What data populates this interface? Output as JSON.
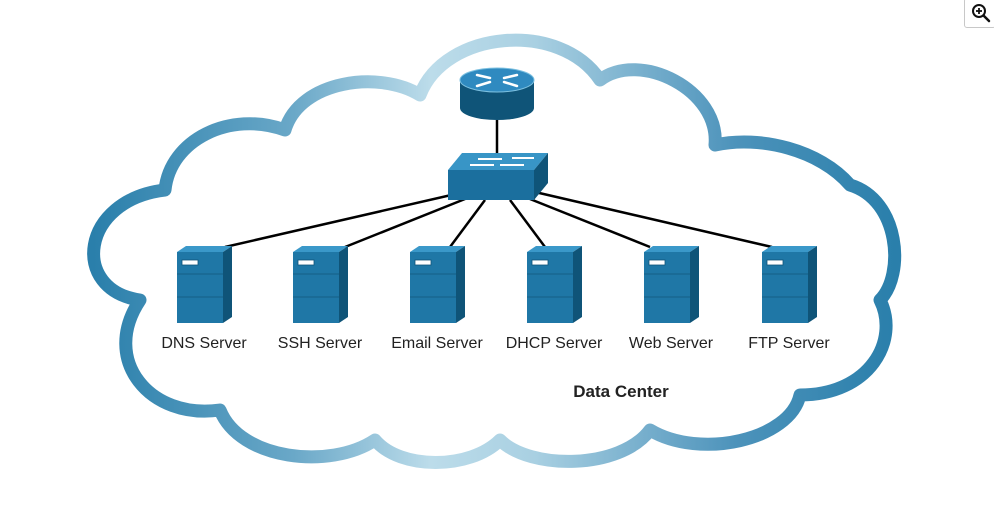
{
  "diagram": {
    "cloud_label": "Data Center",
    "servers": [
      {
        "label": "DNS Server"
      },
      {
        "label": "SSH Server"
      },
      {
        "label": "Email Server"
      },
      {
        "label": "DHCP Server"
      },
      {
        "label": "Web Server"
      },
      {
        "label": "FTP Server"
      }
    ]
  },
  "toolbar": {
    "zoom_icon": "zoom-in-icon"
  },
  "colors": {
    "device_blue": "#1f77a6",
    "device_dark": "#0f5478",
    "cloud_dark": "#2a7fab",
    "cloud_light": "#bcdcea",
    "link": "#000000"
  }
}
